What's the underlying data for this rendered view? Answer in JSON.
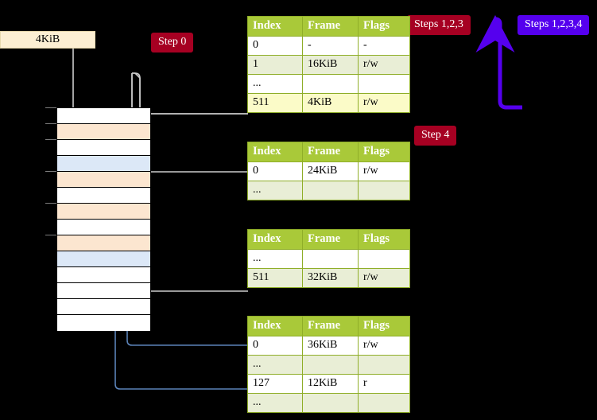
{
  "diagram": {
    "title_labels": {
      "step0": "Step 0",
      "step4": "Step 4",
      "steps123": "Steps 1,2,3",
      "steps1234": "Steps 1,2,3,4"
    },
    "colors": {
      "pill_red": "#a60022",
      "pill_blue": "#5500ee",
      "table_header_green": "#a9c939",
      "table_row_alt": "#e9eed6",
      "highlight_yellow": "#fbfbc8",
      "memory_orange": "#fce6d0",
      "memory_blue": "#dce8f7",
      "kib_box": "#fcefd3",
      "wire_gray": "#cccccc",
      "wire_blue": "#5b83b8",
      "arrow_gray": "#c8c8c8",
      "arrow_blue": "#4a6f9e"
    },
    "memory_box": {
      "label": "4KiB"
    },
    "memory_column": {
      "rows": [
        {
          "fill": "white"
        },
        {
          "fill": "orange"
        },
        {
          "fill": "white"
        },
        {
          "fill": "bluish"
        },
        {
          "fill": "orange"
        },
        {
          "fill": "white"
        },
        {
          "fill": "orange"
        },
        {
          "fill": "white"
        },
        {
          "fill": "orange"
        },
        {
          "fill": "bluish"
        },
        {
          "fill": "white"
        },
        {
          "fill": "white"
        },
        {
          "fill": "white"
        },
        {
          "fill": "white"
        }
      ]
    },
    "tables": [
      {
        "name": "pml4-table",
        "headers": [
          "Index",
          "Frame",
          "Flags"
        ],
        "rows": [
          {
            "cells": [
              "0",
              "-",
              "-"
            ],
            "stripe": "odd",
            "highlight": false
          },
          {
            "cells": [
              "1",
              "16KiB",
              "r/w"
            ],
            "stripe": "even",
            "highlight": false
          },
          {
            "cells": [
              "...",
              "",
              ""
            ],
            "stripe": "odd",
            "highlight": false
          },
          {
            "cells": [
              "511",
              "4KiB",
              "r/w"
            ],
            "stripe": "even",
            "highlight": true
          }
        ]
      },
      {
        "name": "pdp-table",
        "headers": [
          "Index",
          "Frame",
          "Flags"
        ],
        "rows": [
          {
            "cells": [
              "0",
              "24KiB",
              "r/w"
            ],
            "stripe": "odd",
            "highlight": false
          },
          {
            "cells": [
              "...",
              "",
              ""
            ],
            "stripe": "even",
            "highlight": false
          }
        ]
      },
      {
        "name": "pd-table",
        "headers": [
          "Index",
          "Frame",
          "Flags"
        ],
        "rows": [
          {
            "cells": [
              "...",
              "",
              ""
            ],
            "stripe": "odd",
            "highlight": false
          },
          {
            "cells": [
              "511",
              "32KiB",
              "r/w"
            ],
            "stripe": "even",
            "highlight": false
          }
        ]
      },
      {
        "name": "pt-table",
        "headers": [
          "Index",
          "Frame",
          "Flags"
        ],
        "rows": [
          {
            "cells": [
              "0",
              "36KiB",
              "r/w"
            ],
            "stripe": "odd",
            "highlight": false
          },
          {
            "cells": [
              "...",
              "",
              ""
            ],
            "stripe": "even",
            "highlight": false
          },
          {
            "cells": [
              "127",
              "12KiB",
              "r"
            ],
            "stripe": "odd",
            "highlight": false
          },
          {
            "cells": [
              "...",
              "",
              ""
            ],
            "stripe": "even",
            "highlight": false
          }
        ]
      }
    ]
  }
}
